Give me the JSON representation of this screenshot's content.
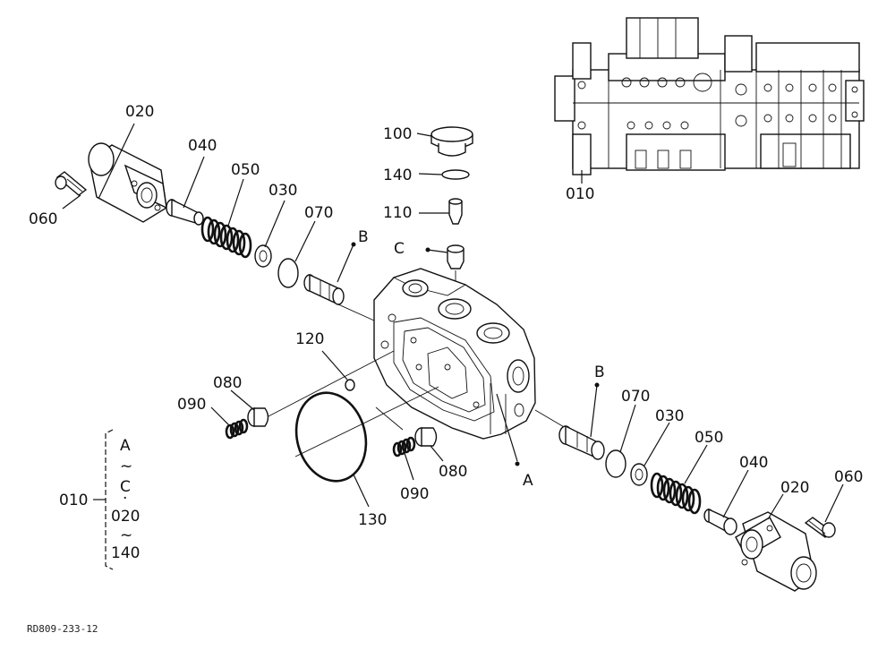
{
  "drawing_code": "RD809-233-12",
  "labels": {
    "l020_left": "020",
    "l040_left": "040",
    "l050_left": "050",
    "l030_left": "030",
    "l070_left": "070",
    "l060_left": "060",
    "lB_left": "B",
    "l100": "100",
    "l140": "140",
    "l110": "110",
    "lC": "C",
    "l010_inset": "010",
    "l120": "120",
    "l080_left": "080",
    "l090_left": "090",
    "l130": "130",
    "l090_mid": "090",
    "l080_mid": "080",
    "lA": "A",
    "lB_right": "B",
    "l070_right": "070",
    "l030_right": "030",
    "l050_right": "050",
    "l040_right": "040",
    "l020_right": "020",
    "l060_right": "060"
  },
  "legend": {
    "assembly": "010",
    "from1": "A",
    "tilde1": "~",
    "to1": "C",
    "dot": "·",
    "from2": "020",
    "tilde2": "~",
    "to2": "140"
  }
}
